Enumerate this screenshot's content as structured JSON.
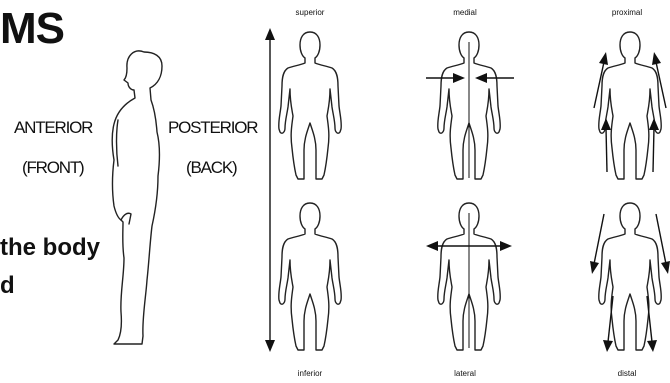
{
  "fragments": {
    "title": "MS",
    "body_line1": "the body",
    "body_line2": "d"
  },
  "side_view": {
    "anterior": "ANTERIOR",
    "front": "(FRONT)",
    "posterior": "POSTERIOR",
    "back": "(BACK)"
  },
  "terms": {
    "superior": "superior",
    "inferior": "inferior",
    "medial": "medial",
    "lateral": "lateral",
    "proximal": "proximal",
    "distal": "distal"
  }
}
